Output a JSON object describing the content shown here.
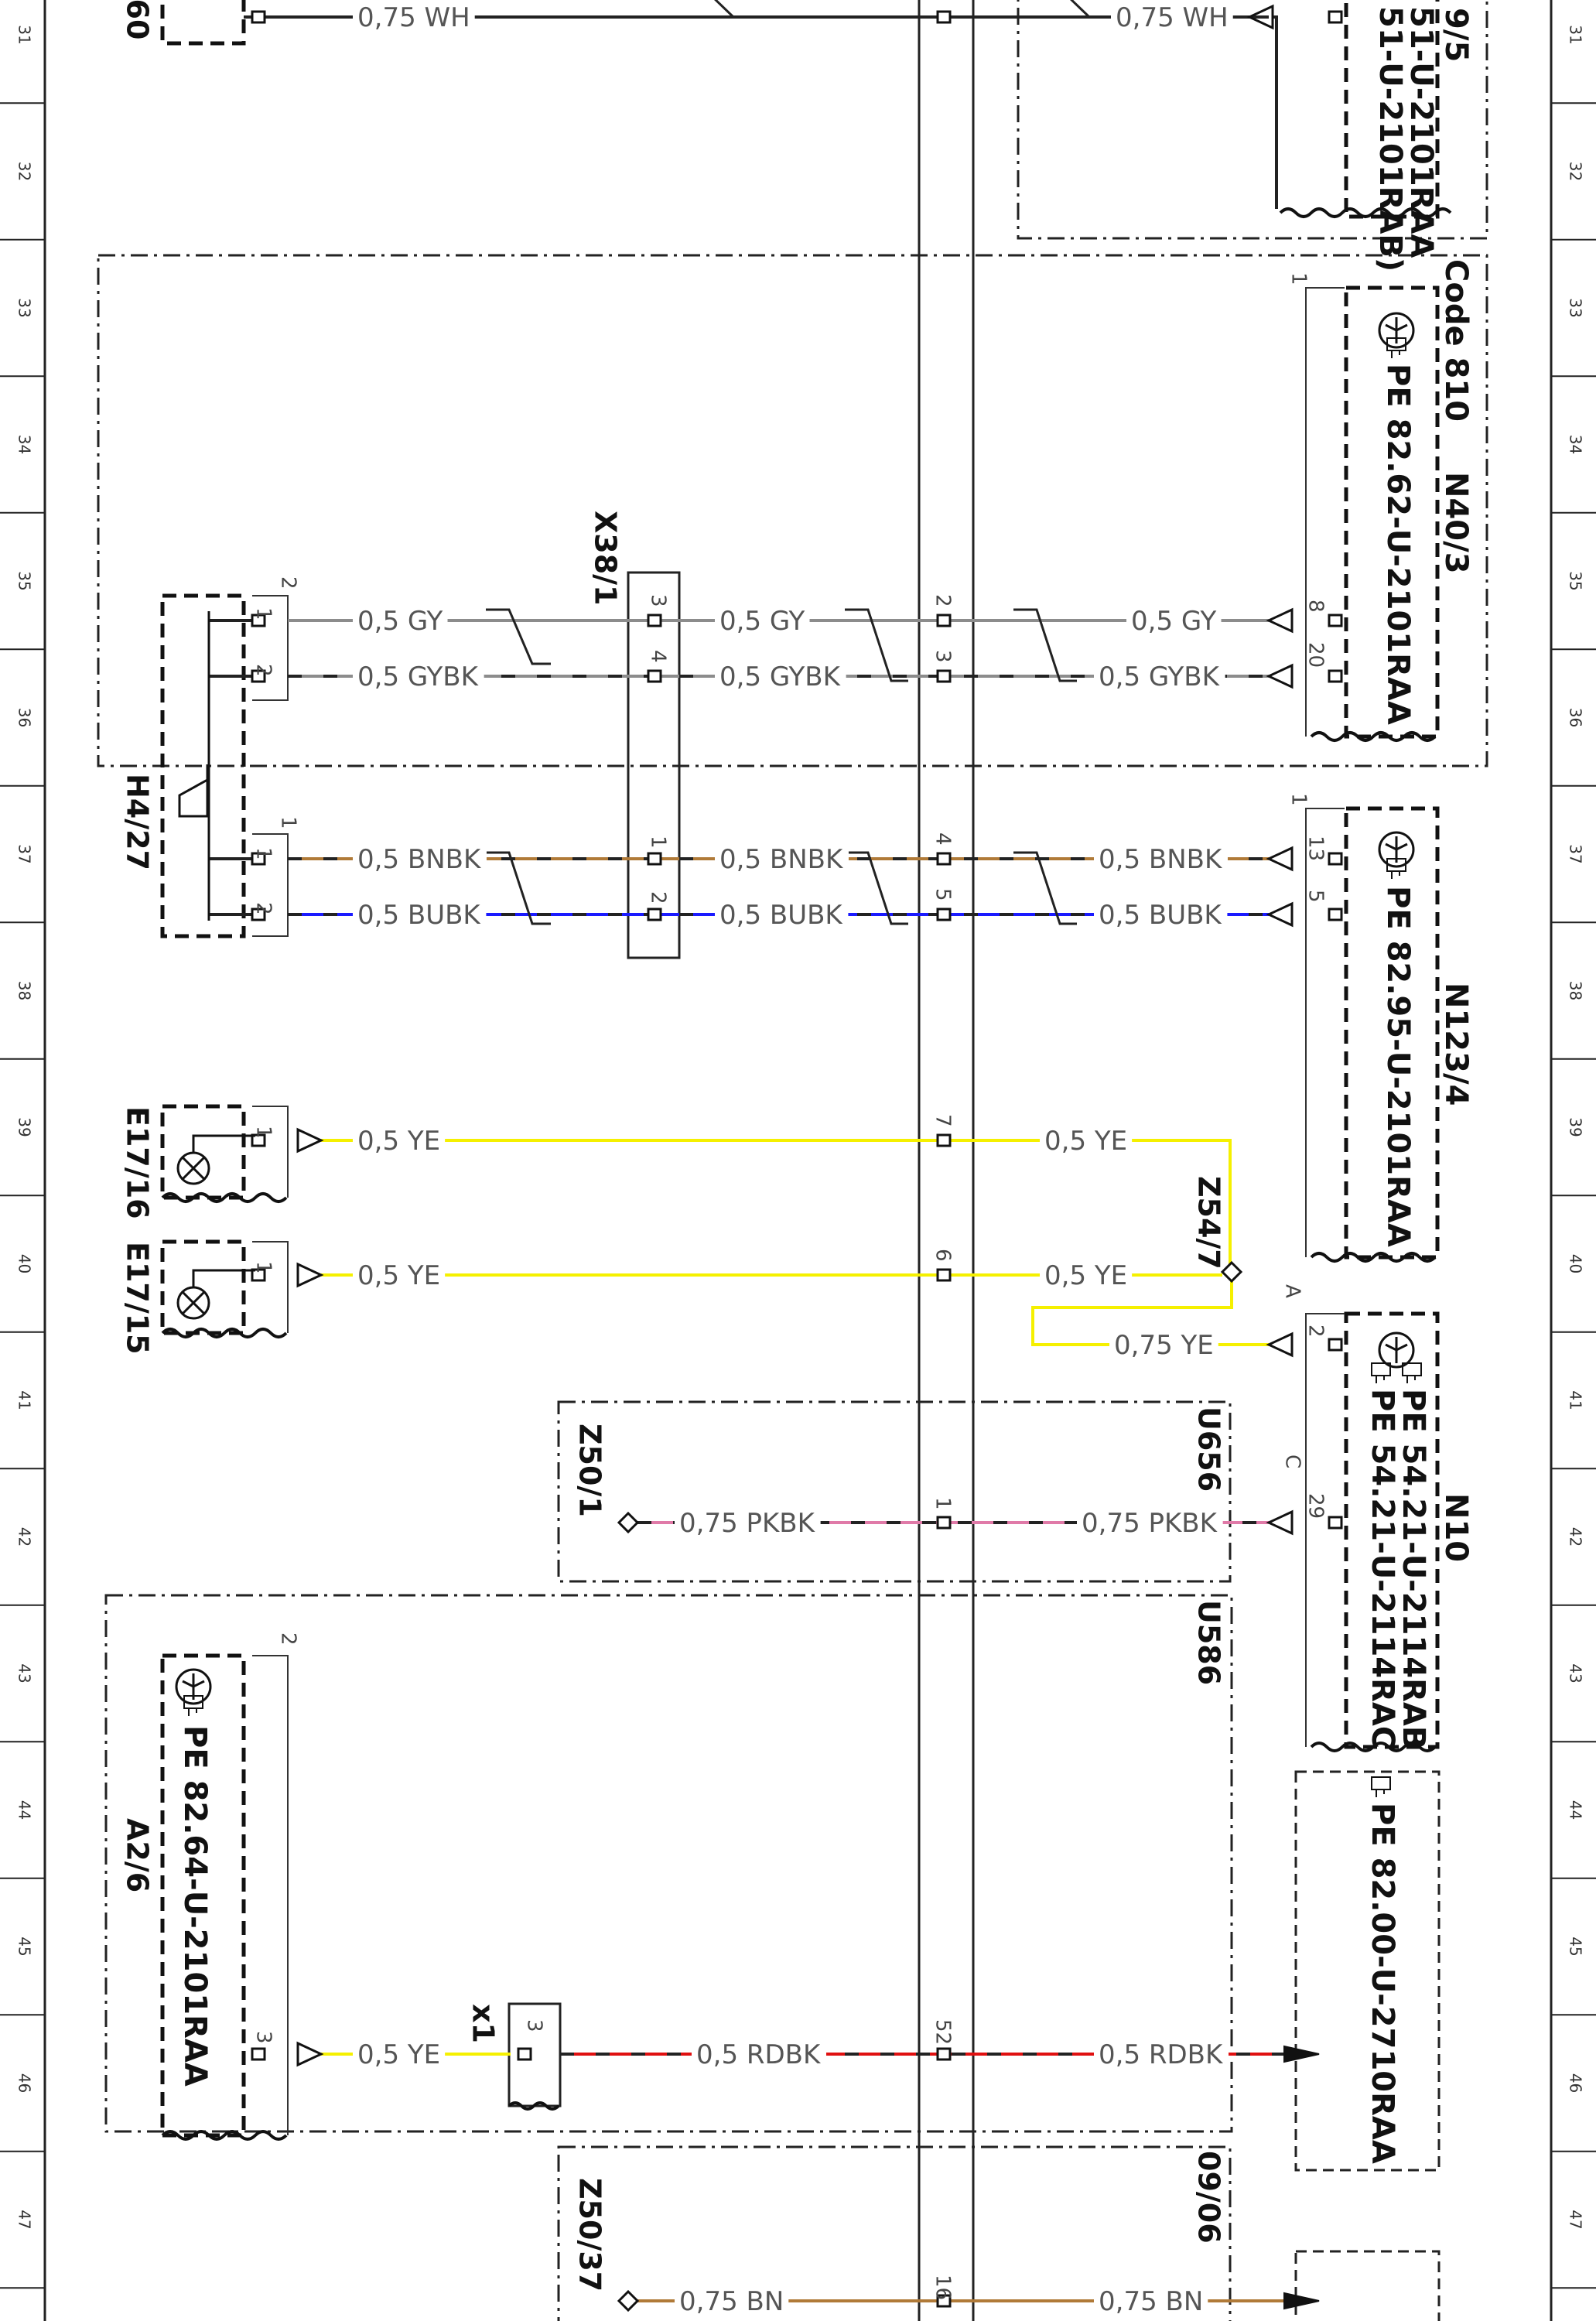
{
  "diagram": {
    "ruler": {
      "numbers": [
        "31",
        "32",
        "33",
        "34",
        "35",
        "36",
        "37",
        "38",
        "39",
        "40",
        "41",
        "42",
        "43",
        "44",
        "45",
        "46",
        "47"
      ]
    },
    "colors": {
      "WH": "#222222",
      "GY": "#8c8c8c",
      "GYBK": "#4d4d4d",
      "BN": "#b07a38",
      "BNBK": "#b07a38",
      "BU": "#1a1aff",
      "BUBK": "#1a1aff",
      "YE": "#f5f000",
      "RD": "#e01010",
      "RDBK": "#e01010",
      "PK": "#e07aa8",
      "PKBK": "#e07aa8"
    },
    "components": {
      "top_left_code": "60",
      "top_right_code": "9/5",
      "top_right_pe1": "51-U-2101RAA",
      "top_right_pe2": "51-U-2101RAB)",
      "n40_3": "N40/3",
      "n40_3_code": "Code 810",
      "n40_3_pe": "PE 82.62-U-2101RAA",
      "x38_1": "X38/1",
      "h4_27": "H4/27",
      "n123_4": "N123/4",
      "n123_4_pe": "PE 82.95-U-2101RAA",
      "e17_16": "E17/16",
      "e17_15": "E17/15",
      "z54_7": "Z54/7",
      "n10": "N10",
      "n10_pe1": "PE 54.21-U-2114RAB",
      "n10_pe2": "PE 54.21-U-2114RAC",
      "n10_pin_a": "A",
      "n10_pin_c": "C",
      "u656": "U656",
      "z50_1": "Z50/1",
      "u586": "U586",
      "a2_6": "A2/6",
      "a2_6_pe": "PE 82.64-U-2101RAA",
      "x1": "x1",
      "pe_8200": "PE 82.00-U-2710RAA",
      "z50_37": "Z50/37",
      "ref_0906": "09/06"
    },
    "wires": {
      "wh_left": "0,75 WH",
      "wh_right": "0,75 WH",
      "gy_left": "0,5 GY",
      "gy_mid": "0,5 GY",
      "gy_right": "0,5 GY",
      "gybk_left": "0,5 GYBK",
      "gybk_mid": "0,5 GYBK",
      "gybk_right": "0,5 GYBK",
      "bnbk_left": "0,5 BNBK",
      "bnbk_mid": "0,5 BNBK",
      "bnbk_right": "0,5 BNBK",
      "bubk_left": "0,5 BUBK",
      "bubk_mid": "0,5 BUBK",
      "bubk_right": "0,5 BUBK",
      "ye39_left": "0,5 YE",
      "ye39_right": "0,5 YE",
      "ye40_left": "0,5 YE",
      "ye40_right": "0,5 YE",
      "ye41": "0,75 YE",
      "pkbk_left": "0,75 PKBK",
      "pkbk_right": "0,75 PKBK",
      "ye46": "0,5 YE",
      "rdbk_left": "0,5 RDBK",
      "rdbk_right": "0,5 RDBK",
      "bn_left": "0,75 BN",
      "bn_right": "0,75 BN"
    },
    "pins": {
      "h427_gy": "1",
      "h427_gybk": "2",
      "h427_top": "2",
      "h427_bnbk": "1",
      "h427_bubk": "2",
      "h427_top2": "1",
      "x381_gy": "3",
      "x381_gybk": "4",
      "x381_bnbk": "1",
      "x381_bubk": "2",
      "vc_gy": "2",
      "vc_gybk": "3",
      "vc_bnbk": "4",
      "vc_bubk": "5",
      "vc_ye39": "7",
      "vc_ye40": "6",
      "vc_pkbk": "1",
      "vc_rdbk": "52",
      "vc_bn": "16",
      "n403_gy": "8",
      "n403_gybk": "20",
      "n403_top": "1",
      "n1234_bnbk": "13",
      "n1234_bubk": "5",
      "n1234_top": "1",
      "e1716": "1",
      "e1715": "1",
      "n10_ye": "2",
      "n10_pkbk": "29",
      "a26_ye": "3",
      "a26_top": "2",
      "x1_pin": "3"
    }
  }
}
